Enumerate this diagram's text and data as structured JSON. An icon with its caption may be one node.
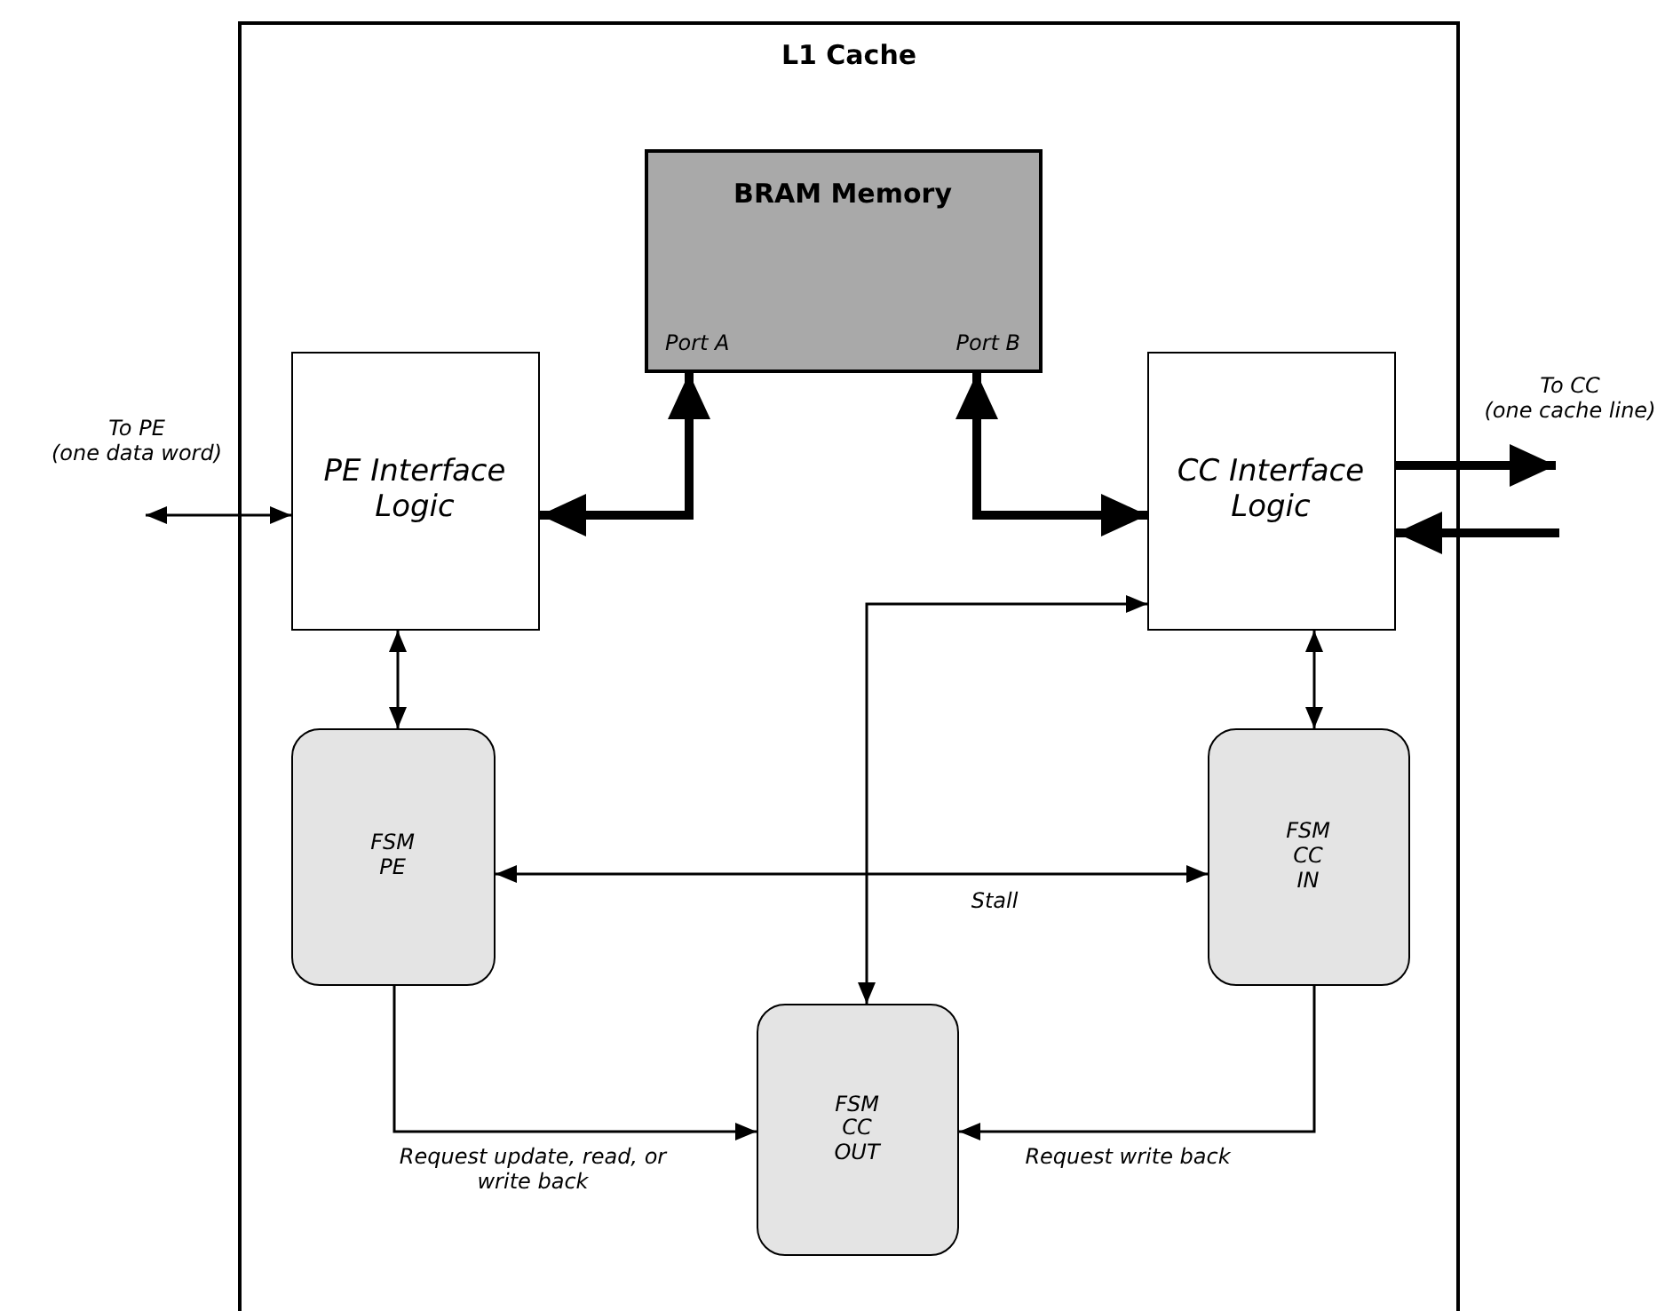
{
  "diagram": {
    "nodes": [
      {
        "text": [
          "L1 Cache"
        ]
      },
      {
        "text": [
          "BRAM Memory",
          "Port A",
          "Port B"
        ],
        "in": 0
      },
      {
        "text": [
          "PE Interface Logic"
        ],
        "in": 0
      },
      {
        "text": [
          "CC Interface Logic"
        ],
        "in": 0
      },
      {
        "text": [
          "FSM PE"
        ],
        "in": 0
      },
      {
        "text": [
          "FSM CC IN"
        ],
        "in": 0
      },
      {
        "text": [
          "FSM CC OUT"
        ],
        "in": 0
      }
    ],
    "edges": [
      {
        "from": null,
        "to": 2,
        "arrow": "both"
      },
      {
        "from": 2,
        "to": 1,
        "arrow": "both",
        "style": "thick"
      },
      {
        "from": 1,
        "to": 3,
        "arrow": "both",
        "style": "thick"
      },
      {
        "from": 3,
        "to": null,
        "arrow": "to",
        "style": "thick"
      },
      {
        "from": null,
        "to": 3,
        "arrow": "to",
        "style": "thick"
      },
      {
        "from": 2,
        "to": 4,
        "arrow": "both"
      },
      {
        "from": 3,
        "to": 5,
        "arrow": "both"
      },
      {
        "from": 4,
        "to": 5,
        "arrow": "both",
        "label": "Stall"
      },
      {
        "from": 6,
        "to": 3,
        "arrow": "both"
      },
      {
        "from": 4,
        "to": 6,
        "arrow": "to",
        "label": "Request update, read, or write back"
      },
      {
        "from": 5,
        "to": 6,
        "arrow": "to",
        "label": "Request write back"
      }
    ],
    "labels": [
      "To CC",
      "(one cache line)",
      "To PE",
      "(one data word)"
    ]
  }
}
